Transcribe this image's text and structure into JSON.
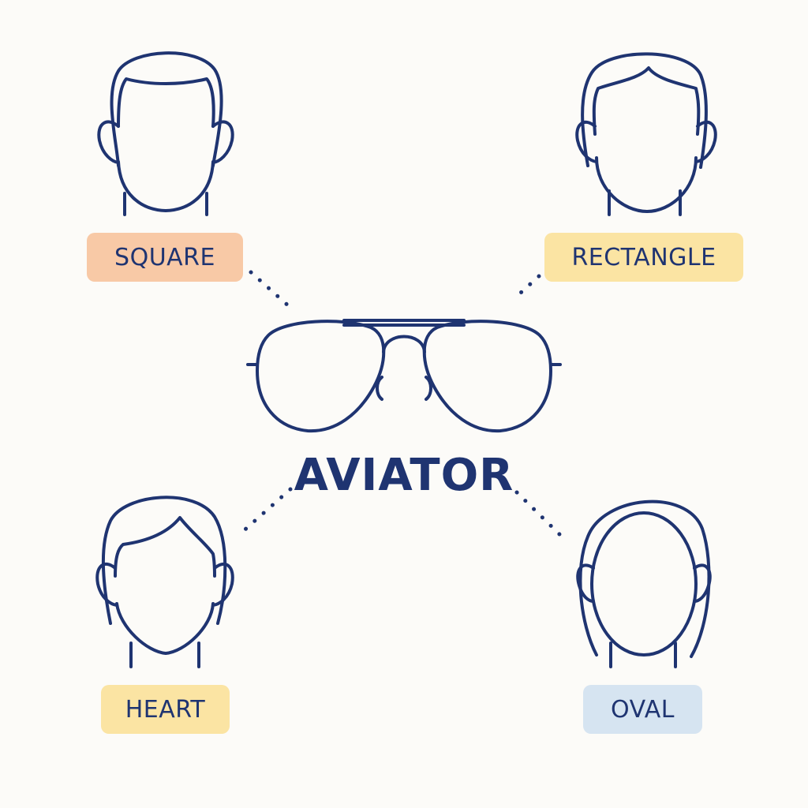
{
  "center": {
    "label": "AVIATOR",
    "icon": "aviator-glasses-icon"
  },
  "faces": [
    {
      "label": "SQUARE",
      "color": "#f8c9a6",
      "icon": "square-face-icon"
    },
    {
      "label": "RECTANGLE",
      "color": "#fbe4a3",
      "icon": "rectangle-face-icon"
    },
    {
      "label": "HEART",
      "color": "#fbe4a3",
      "icon": "heart-face-icon"
    },
    {
      "label": "OVAL",
      "color": "#d6e4f1",
      "icon": "oval-face-icon"
    }
  ],
  "colors": {
    "ink": "#1f3471",
    "background": "#fcfbf8"
  }
}
